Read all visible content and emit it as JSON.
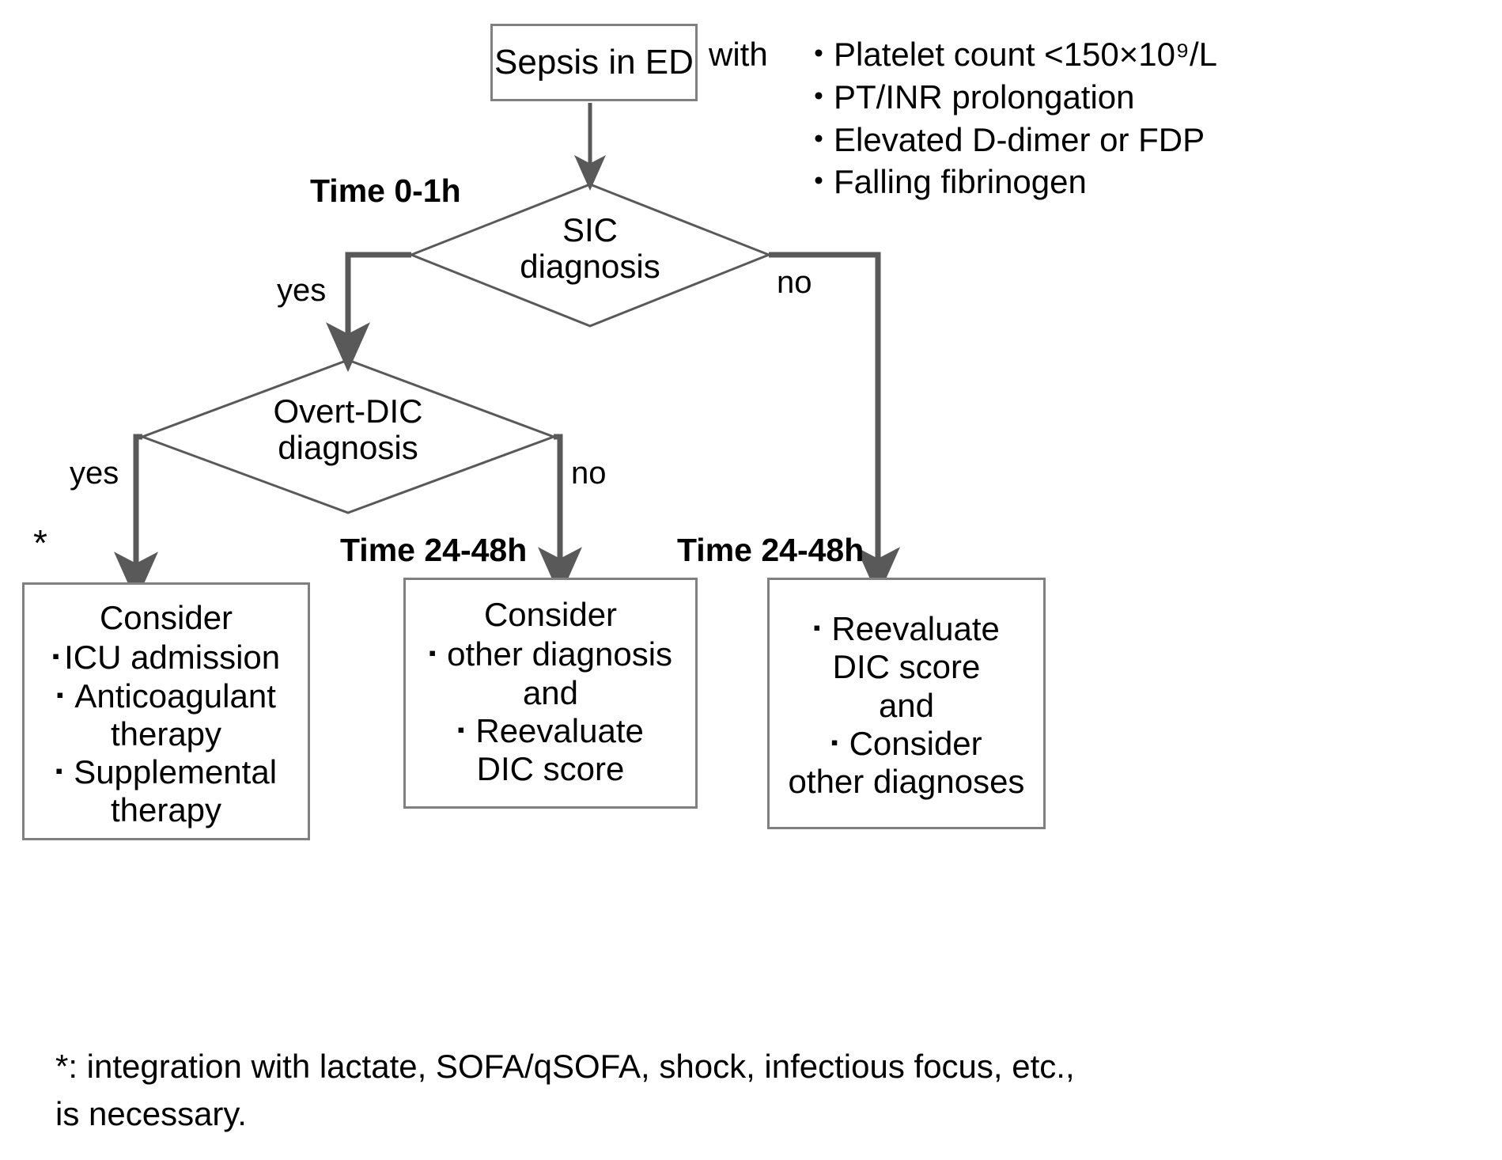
{
  "diagram": {
    "title_node": "Sepsis in ED",
    "with_word": "with",
    "bullet_glyph": "・",
    "square_glyph": "▪",
    "asterisk_glyph": "*",
    "criteria": [
      "Platelet count <150×10⁹/L",
      "PT/INR prolongation",
      "Elevated D-dimer or FDP",
      "Falling fibrinogen"
    ],
    "time_labels": {
      "first": "Time 0-1h",
      "middle": "Time 24-48h",
      "right": "Time 24-48h"
    },
    "decisions": {
      "sic": {
        "line1": "SIC",
        "line2": "diagnosis",
        "yes": "yes",
        "no": "no"
      },
      "dic": {
        "line1": "Overt-DIC",
        "line2": "diagnosis",
        "yes": "yes",
        "no": "no"
      }
    },
    "outcomes": {
      "left": {
        "heading": "Consider",
        "items": [
          {
            "lines": [
              "ICU admission"
            ]
          },
          {
            "lines": [
              "Anticoagulant",
              "therapy"
            ]
          },
          {
            "lines": [
              "Supplemental",
              "therapy"
            ]
          }
        ]
      },
      "middle": {
        "heading": "Consider",
        "items": [
          {
            "lines": [
              "other diagnosis",
              "and"
            ]
          },
          {
            "lines": [
              "Reevaluate",
              "DIC score"
            ]
          }
        ]
      },
      "right": {
        "heading": "",
        "items": [
          {
            "lines": [
              "Reevaluate",
              "DIC score",
              "and"
            ]
          },
          {
            "lines": [
              "Consider",
              "other diagnoses"
            ]
          }
        ]
      }
    },
    "footnote": {
      "line1": "*: integration with lactate, SOFA/qSOFA, shock, infectious focus, etc.,",
      "line2": "is necessary."
    },
    "colors": {
      "stroke_dark": "#595959",
      "stroke_light": "#808080",
      "text": "#000000",
      "background": "#ffffff"
    }
  }
}
